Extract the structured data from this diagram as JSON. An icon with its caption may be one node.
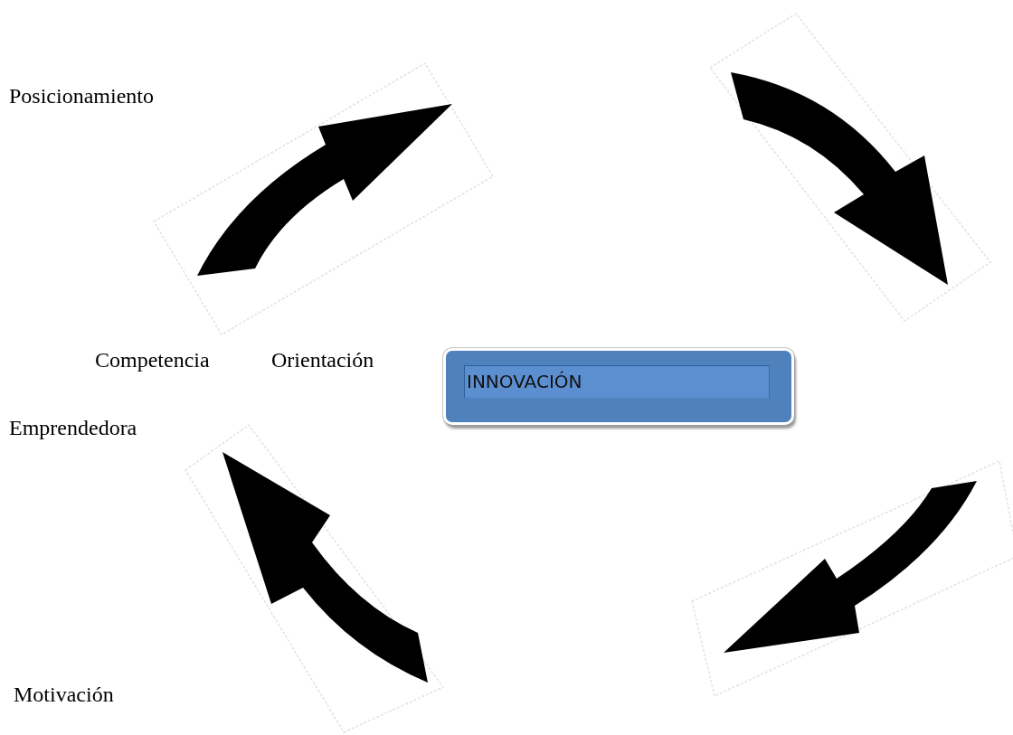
{
  "diagram": {
    "nodes": [
      {
        "text": [
          "INNOVACIÓN"
        ]
      }
    ],
    "labels": [
      "Posicionamiento",
      "Competencia",
      "Orientación",
      "Emprendedora",
      "Motivación"
    ]
  }
}
